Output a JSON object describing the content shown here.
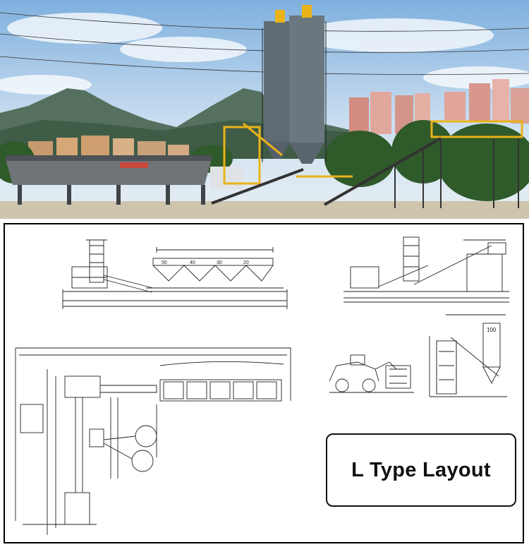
{
  "caption": {
    "text": "L Type Layout"
  },
  "drawing_labels": {
    "bin_1": "50",
    "bin_2": "40",
    "bin_3": "30",
    "bin_4": "20",
    "silo_capacity": "100"
  },
  "colors": {
    "sky": "#b9d6ee",
    "silo": "#5f6b73",
    "steel_yellow": "#e9b319",
    "ground": "#cfc4ae",
    "line": "#222222"
  }
}
